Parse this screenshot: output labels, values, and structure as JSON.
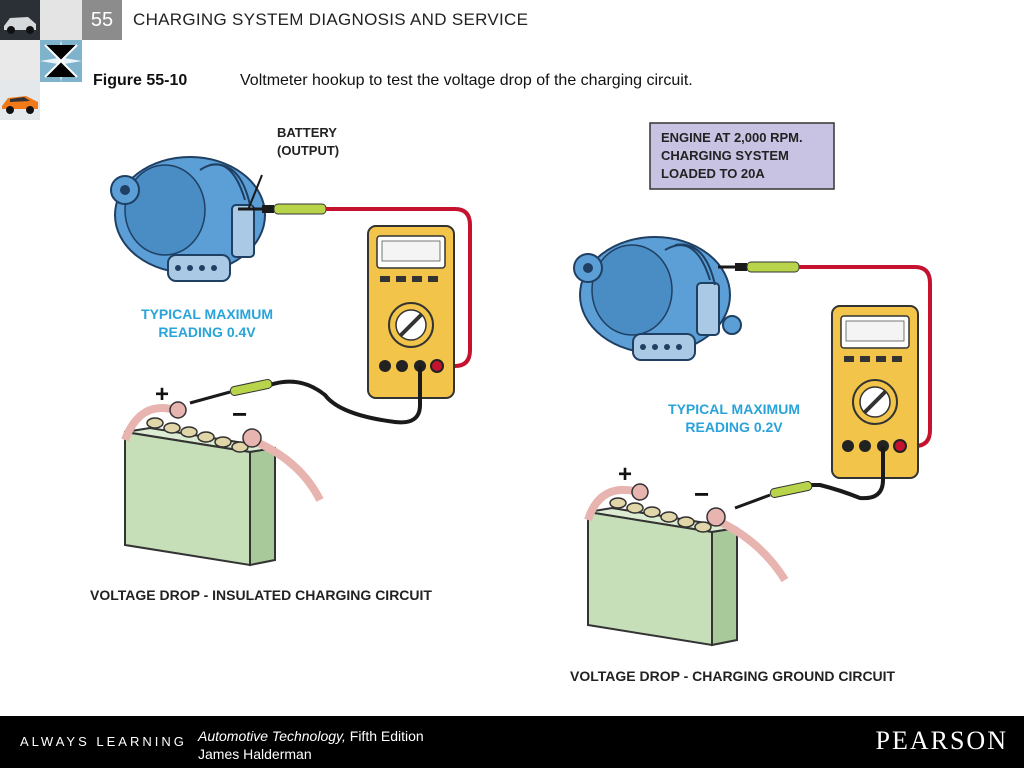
{
  "header": {
    "chapter_number": "55",
    "chapter_title": "CHARGING SYSTEM DIAGNOSIS AND SERVICE"
  },
  "figure": {
    "label": "Figure 55-10",
    "caption": "Voltmeter hookup to test the voltage drop of the charging circuit."
  },
  "diagram": {
    "left": {
      "battery_label_line1": "BATTERY",
      "battery_label_line2": "(OUTPUT)",
      "reading_line1": "TYPICAL MAXIMUM",
      "reading_line2": "READING 0.4V",
      "caption": "VOLTAGE DROP - INSULATED CHARGING CIRCUIT",
      "plus": "+",
      "minus": "−"
    },
    "right": {
      "conditions_line1": "ENGINE AT 2,000 RPM.",
      "conditions_line2": "CHARGING SYSTEM",
      "conditions_line3": "LOADED TO 20A",
      "reading_line1": "TYPICAL MAXIMUM",
      "reading_line2": "READING 0.2V",
      "caption": "VOLTAGE DROP - CHARGING GROUND CIRCUIT",
      "plus": "+",
      "minus": "−"
    },
    "colors": {
      "alternator": "#5b9fd6",
      "battery_body": "#c6dfb9",
      "meter_body": "#f2c44a",
      "red_lead": "#c4122f",
      "black_lead": "#1a1a1a",
      "probe": "#b8d44a",
      "reading_text": "#29a3d9",
      "conditions_box": "#c9c3e3"
    }
  },
  "footer": {
    "slogan": "ALWAYS LEARNING",
    "book_title": "Automotive Technology,",
    "edition": " Fifth Edition",
    "author": "James Halderman",
    "publisher": "PEARSON"
  }
}
